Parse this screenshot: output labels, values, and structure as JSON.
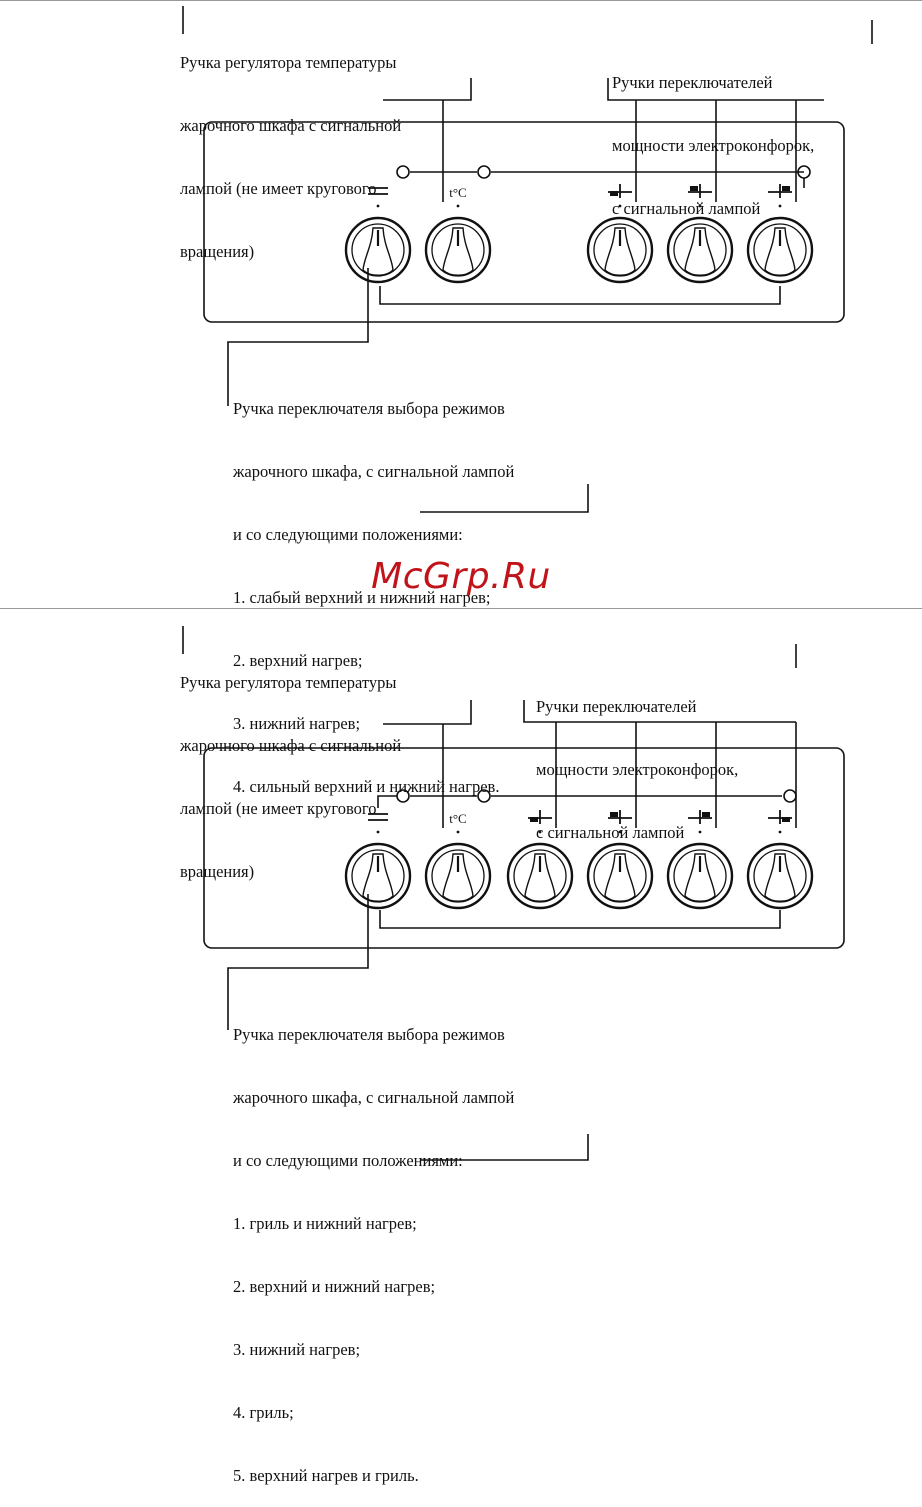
{
  "watermark": "McGrp.Ru",
  "colors": {
    "line": "#111111",
    "watermark": "#c1141a",
    "background": "#ffffff"
  },
  "panels": [
    {
      "temp_label": [
        "Ручка регулятора температуры",
        "жарочного шкафа с сигнальной",
        "лампой (не имеет кругового",
        "вращения)"
      ],
      "burner_label": [
        "Ручки переключателей",
        "мощности электроконфорок,",
        "с сигнальной лампой"
      ],
      "temp_symbol": "t°C",
      "mode_label": [
        "Ручка переключателя выбора режимов",
        "жарочного шкафа, с сигнальной лампой",
        "и со следующими положениями:"
      ],
      "mode_positions": [
        "1. слабый верхний и нижний нагрев;",
        "2. верхний нагрев;",
        "3. нижний нагрев;",
        "4. сильный верхний и нижний нагрев."
      ],
      "knob_icons": [
        "mode-icon",
        "thermometer-icon",
        "burner-front-left-icon",
        "burner-rear-left-icon",
        "burner-rear-right-icon"
      ]
    },
    {
      "temp_label": [
        "Ручка регулятора температуры",
        "жарочного шкафа с сигнальной",
        "лампой (не имеет кругового",
        "вращения)"
      ],
      "burner_label": [
        "Ручки переключателей",
        "мощности электроконфорок,",
        "с сигнальной лампой"
      ],
      "temp_symbol": "t°C",
      "mode_label": [
        "Ручка переключателя выбора режимов",
        "жарочного шкафа, с сигнальной лампой",
        "и со следующими положениями:"
      ],
      "mode_positions": [
        "1. гриль и нижний нагрев;",
        "2. верхний и нижний нагрев;",
        "3. нижний нагрев;",
        "4. гриль;",
        "5. верхний нагрев и гриль."
      ],
      "knob_icons": [
        "mode-icon",
        "thermometer-icon",
        "burner-front-left-icon",
        "burner-rear-left-icon",
        "burner-rear-right-icon",
        "burner-front-right-icon"
      ]
    }
  ]
}
